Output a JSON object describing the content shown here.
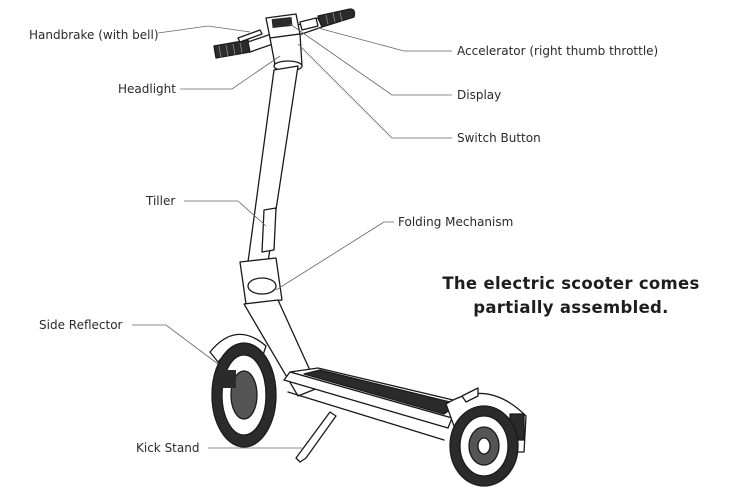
{
  "diagram": {
    "callouts": {
      "handbrake": "Handbrake (with bell)",
      "headlight": "Headlight",
      "tiller": "Tiller",
      "side_reflector": "Side Reflector",
      "kick_stand": "Kick Stand",
      "accelerator": "Accelerator (right thumb throttle)",
      "display": "Display",
      "switch_button": "Switch Button",
      "folding_mechanism": "Folding Mechanism"
    },
    "note": {
      "line1": "The electric scooter comes",
      "line2": "partially assembled."
    }
  }
}
